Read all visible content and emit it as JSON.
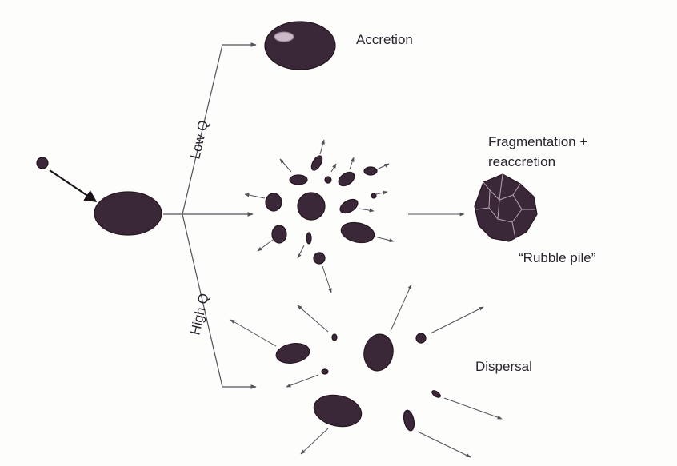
{
  "labels": {
    "accretion": "Accretion",
    "low_q": "Low Q",
    "high_q": "High Q",
    "fragmentation_line1": "Fragmentation +",
    "fragmentation_line2": "reaccretion",
    "rubble_pile": "“Rubble pile”",
    "dispersal": "Dispersal"
  },
  "colors": {
    "body": "#3a2838",
    "line": "#55505a",
    "text": "#2b2430",
    "background": "#fdfdfb"
  }
}
